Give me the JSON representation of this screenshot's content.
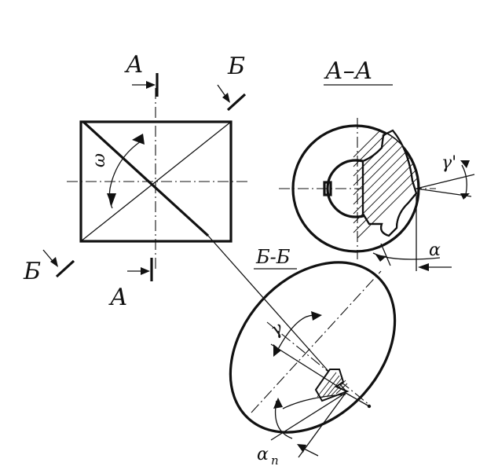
{
  "colors": {
    "ink": "#111111",
    "paper": "#ffffff"
  },
  "labels": {
    "section_a_top": "А",
    "section_a_bottom": "А",
    "section_b_top": "Б",
    "section_b_left": "Б",
    "view_aa_title": "А–А",
    "view_bb_title": "Б-Б",
    "omega": "ω",
    "gamma_prime": "γ'",
    "alpha": "α",
    "gamma": "γ",
    "alpha_n": "α",
    "alpha_n_sub": "п"
  }
}
